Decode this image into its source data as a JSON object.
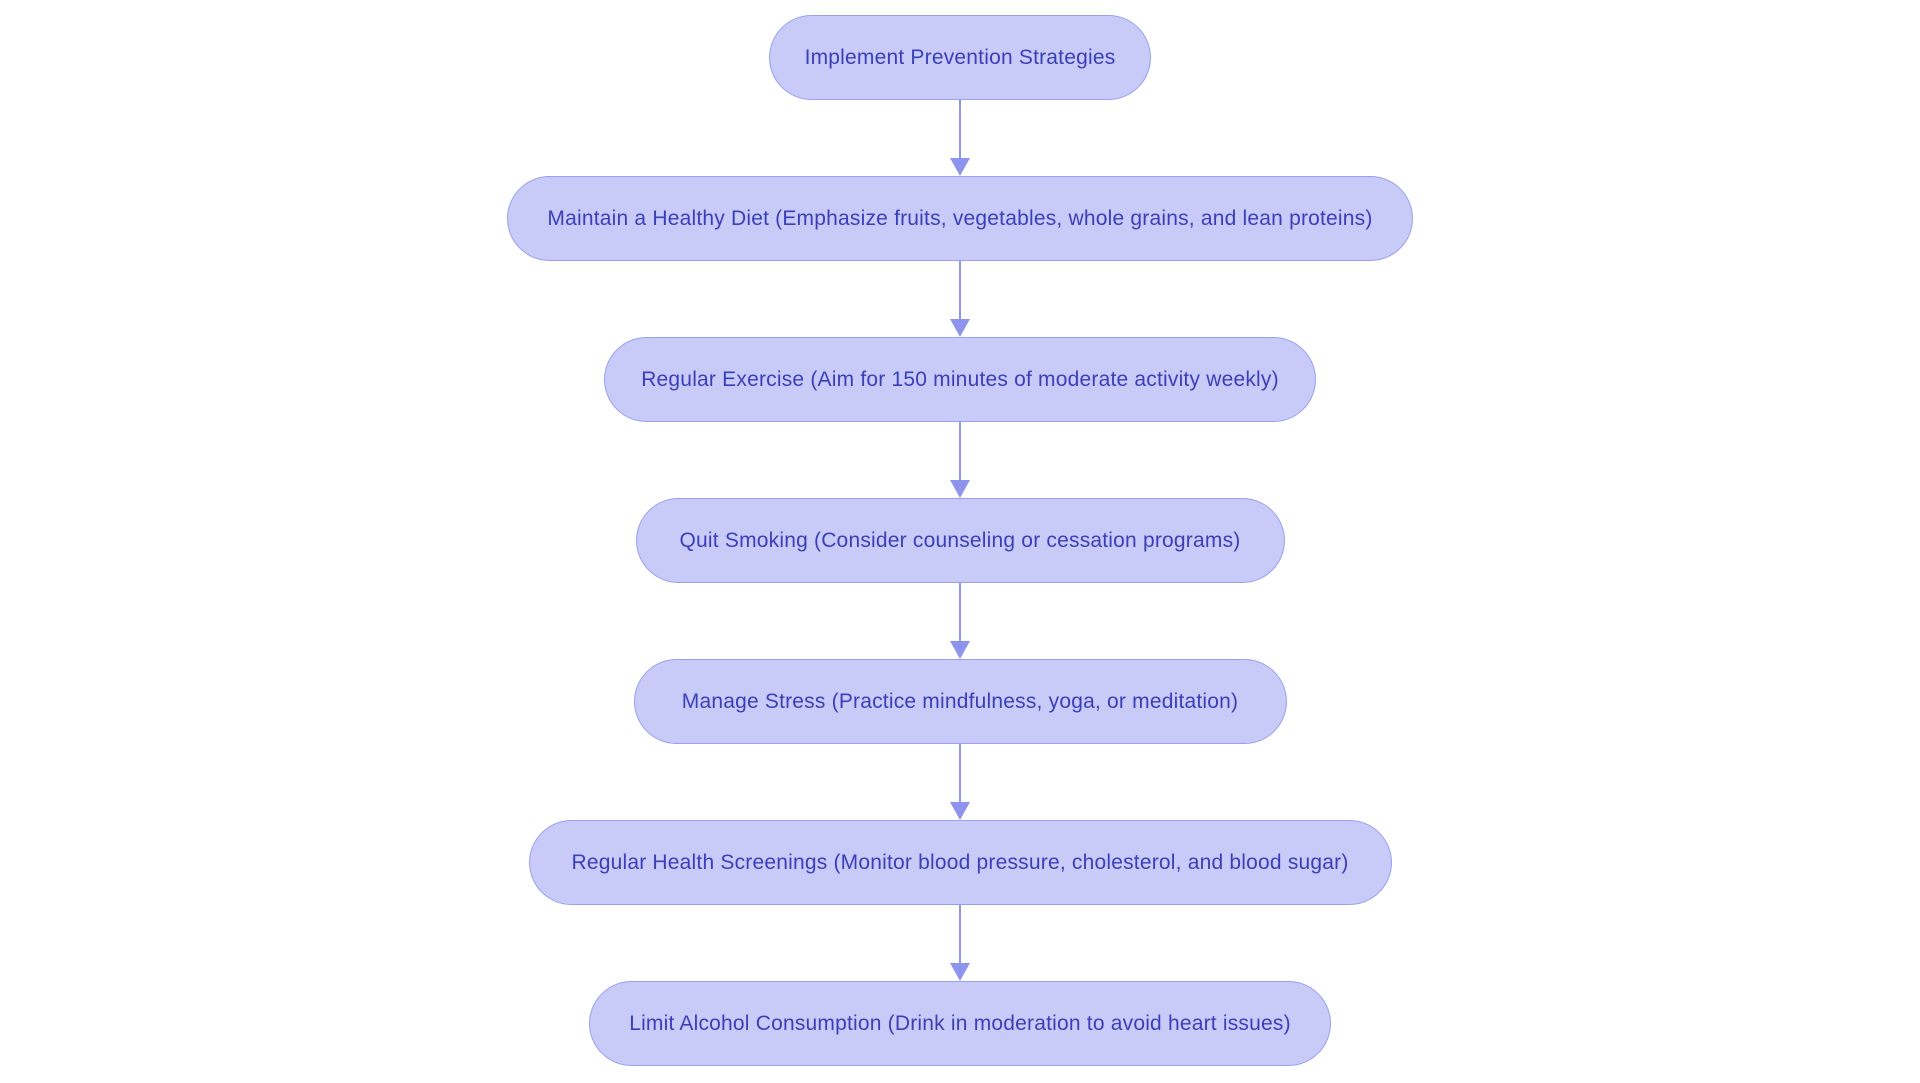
{
  "diagram": {
    "type": "flowchart",
    "direction": "top-down",
    "background_color": "#ffffff",
    "node_fill_color": "#c8cbf8",
    "node_border_color": "#99a0ef",
    "node_text_color": "#3a3fb8",
    "arrow_color": "#8d94ee",
    "nodes": [
      {
        "id": 1,
        "label": "Implement Prevention Strategies"
      },
      {
        "id": 2,
        "label": "Maintain a Healthy Diet (Emphasize fruits, vegetables, whole grains, and lean proteins)"
      },
      {
        "id": 3,
        "label": "Regular Exercise (Aim for 150 minutes of moderate activity weekly)"
      },
      {
        "id": 4,
        "label": "Quit Smoking (Consider counseling or cessation programs)"
      },
      {
        "id": 5,
        "label": "Manage Stress (Practice mindfulness, yoga, or meditation)"
      },
      {
        "id": 6,
        "label": "Regular Health Screenings (Monitor blood pressure, cholesterol, and blood sugar)"
      },
      {
        "id": 7,
        "label": "Limit Alcohol Consumption (Drink in moderation to avoid heart issues)"
      }
    ],
    "connections": [
      {
        "from": 1,
        "to": 2
      },
      {
        "from": 2,
        "to": 3
      },
      {
        "from": 3,
        "to": 4
      },
      {
        "from": 4,
        "to": 5
      },
      {
        "from": 5,
        "to": 6
      },
      {
        "from": 6,
        "to": 7
      }
    ]
  }
}
